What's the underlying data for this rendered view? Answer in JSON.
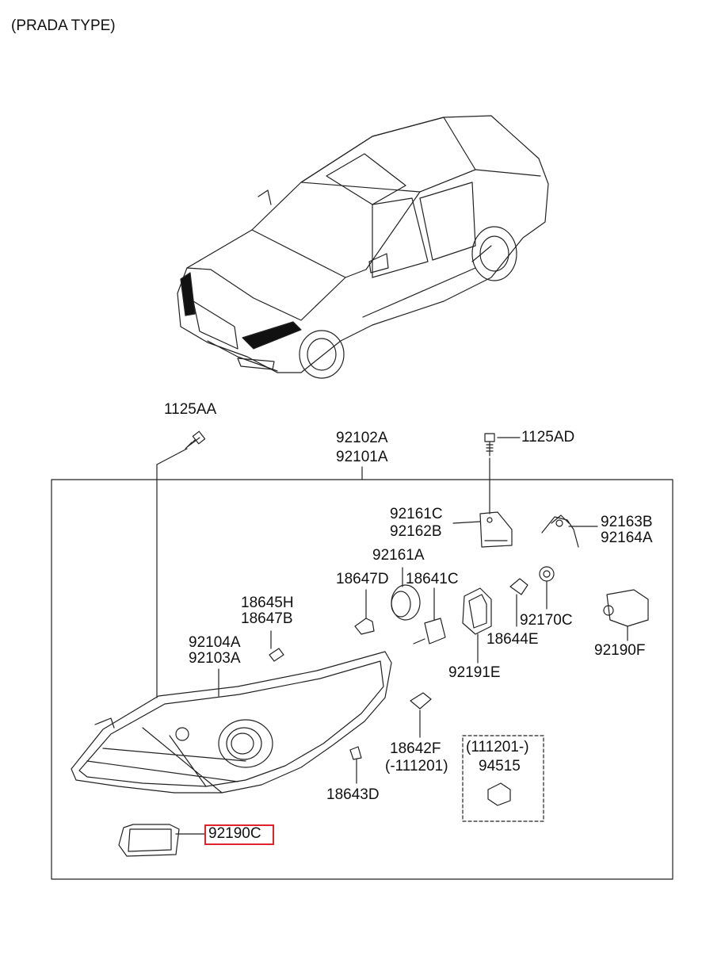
{
  "title": "(PRADA TYPE)",
  "highlight_color": "#e0232b",
  "parts": {
    "p1125AA": "1125AA",
    "p92102A": "92102A",
    "p92101A": "92101A",
    "p1125AD": "1125AD",
    "p92161C": "92161C",
    "p92162B": "92162B",
    "p92163B": "92163B",
    "p92164A": "92164A",
    "p92161A": "92161A",
    "p18647D": "18647D",
    "p18641C": "18641C",
    "p18645H": "18645H",
    "p18647B": "18647B",
    "p92170C": "92170C",
    "p92190F": "92190F",
    "p18644E": "18644E",
    "p92104A": "92104A",
    "p92103A": "92103A",
    "p92191E": "92191E",
    "p18642F": "18642F",
    "p18642F_note": "(-111201)",
    "p94515_note": "(111201-)",
    "p94515": "94515",
    "p18643D": "18643D",
    "p92190C": "92190C"
  }
}
